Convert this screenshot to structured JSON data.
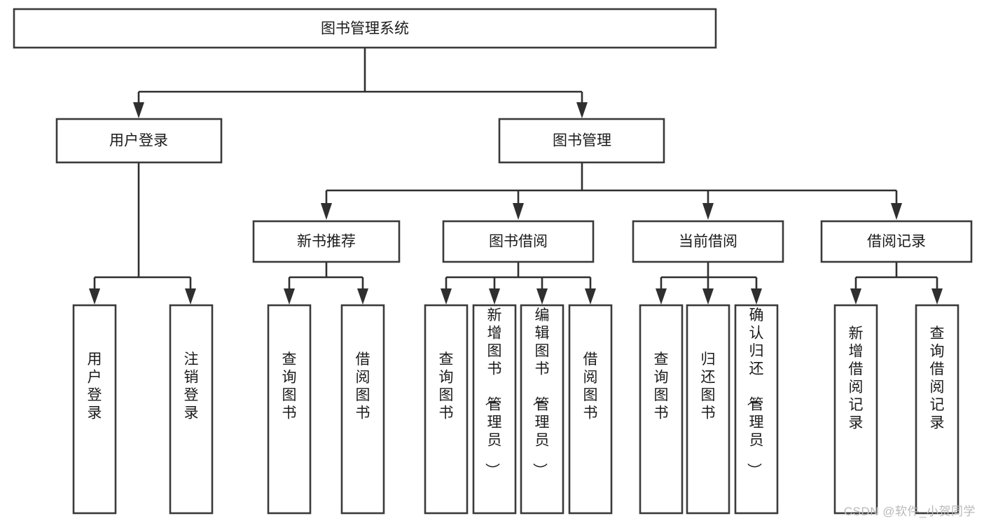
{
  "diagram": {
    "type": "tree",
    "title": "图书管理系统",
    "orientation": "top-down",
    "colors": {
      "box_stroke": "#3a3a3a",
      "box_fill": "#ffffff",
      "connector": "#2f2f2f",
      "text": "#1b1b1b",
      "watermark": "#b9b9b9"
    },
    "root": {
      "label": "图书管理系统"
    },
    "level2": [
      {
        "label": "用户登录"
      },
      {
        "label": "图书管理"
      }
    ],
    "level3": [
      {
        "label": "新书推荐"
      },
      {
        "label": "图书借阅"
      },
      {
        "label": "当前借阅"
      },
      {
        "label": "借阅记录"
      }
    ],
    "leaves": {
      "user_login": [
        {
          "label": "用户登录"
        },
        {
          "label": "注销登录"
        }
      ],
      "new_book": [
        {
          "label": "查询图书"
        },
        {
          "label": "借阅图书"
        }
      ],
      "book_borrow": [
        {
          "label": "查询图书"
        },
        {
          "label": "新增图书（管理员）"
        },
        {
          "label": "编辑图书（管理员）"
        },
        {
          "label": "借阅图书"
        }
      ],
      "current_borrow": [
        {
          "label": "查询图书"
        },
        {
          "label": "归还图书"
        },
        {
          "label": "确认归还（管理员）"
        }
      ],
      "borrow_record": [
        {
          "label": "新增借阅记录"
        },
        {
          "label": "查询借阅记录"
        }
      ]
    }
  },
  "watermark": {
    "text": "CSDN @软件_小贺同学"
  }
}
